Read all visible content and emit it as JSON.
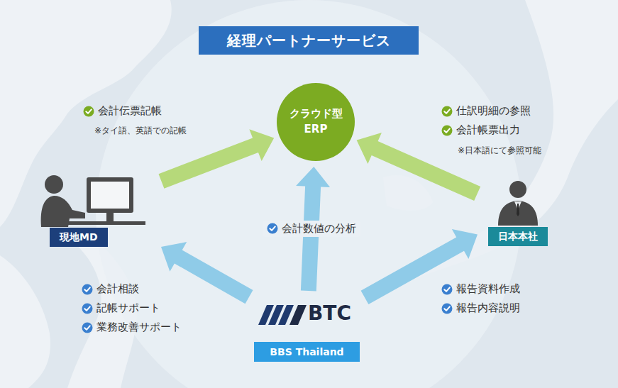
{
  "diagram": {
    "title": "経理パートナーサービス",
    "nodes": [
      {
        "text": [
          "クラウド型 ERP"
        ]
      },
      {
        "text": [
          "現地MD"
        ]
      },
      {
        "text": [
          "日本本社"
        ]
      },
      {
        "text": [
          "BTC",
          "BBS Thailand"
        ]
      }
    ],
    "edges": [
      {
        "from": 1,
        "to": 0,
        "arrow": "to"
      },
      {
        "from": 2,
        "to": 0,
        "arrow": "to"
      },
      {
        "from": 3,
        "to": 0,
        "arrow": "to",
        "label": "会計数値の分析"
      },
      {
        "from": 3,
        "to": 1,
        "arrow": "to"
      },
      {
        "from": 3,
        "to": 2,
        "arrow": "to"
      }
    ],
    "labels": [
      "会計伝票記帳",
      "※タイ語、英語での記帳",
      "仕訳明細の参照",
      "会計帳票出力",
      "※日本語にて参照可能",
      "会計相談",
      "記帳サポート",
      "業務改善サポート",
      "報告資料作成",
      "報告内容説明"
    ]
  }
}
